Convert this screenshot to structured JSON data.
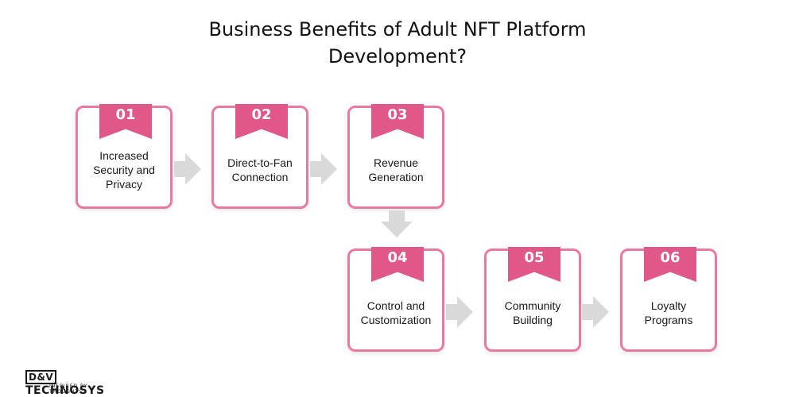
{
  "title": {
    "line1": "Business Benefits of Adult NFT Platform",
    "line2": "Development?"
  },
  "steps": [
    {
      "number": "01",
      "label": "Increased Security and Privacy"
    },
    {
      "number": "02",
      "label": "Direct-to-Fan Connection"
    },
    {
      "number": "03",
      "label": "Revenue Generation"
    },
    {
      "number": "04",
      "label": "Control and Customization"
    },
    {
      "number": "05",
      "label": "Community Building"
    },
    {
      "number": "06",
      "label": "Loyalty Programs"
    }
  ],
  "logo": {
    "box_text": "D&V",
    "brand_text": "TECHNOSYS",
    "tagline": "INSPIRED BY THOUGHTS"
  },
  "colors": {
    "ribbon": "#e0588a",
    "card_border": "#e9799f",
    "arrow": "#d9d9d9"
  }
}
